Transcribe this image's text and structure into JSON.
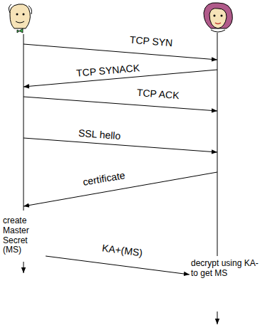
{
  "diagram": {
    "labels": [
      "TCP SYN",
      "TCP SYNACK",
      "TCP ACK",
      "SSL hello",
      "certificate",
      "create Master Secret (MS)",
      "KA+(MS)",
      "decrypt using KA- to get MS"
    ]
  }
}
